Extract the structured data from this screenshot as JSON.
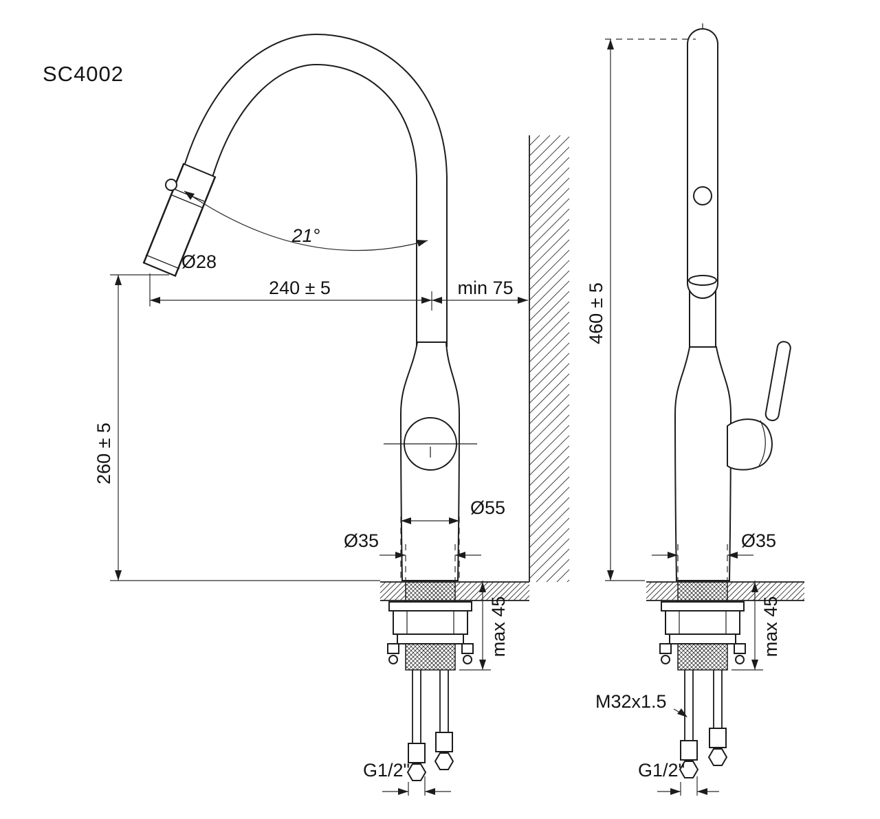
{
  "drawing": {
    "model": "SC4002",
    "side_view": {
      "angle": "21°",
      "spout_diameter": "Ø28",
      "reach": "240 ± 5",
      "wall_clearance": "min 75",
      "spout_height": "260 ± 5",
      "body_diameter": "Ø55",
      "hole_diameter": "Ø35",
      "deck_thickness": "max 45",
      "hose_thread": "G1/2\""
    },
    "front_view": {
      "total_height": "460 ± 5",
      "hole_diameter": "Ø35",
      "deck_thickness": "max 45",
      "shank_thread": "M32x1.5",
      "hose_thread": "G1/2\""
    },
    "colors": {
      "line": "#1c1c1c",
      "background": "#ffffff"
    }
  }
}
